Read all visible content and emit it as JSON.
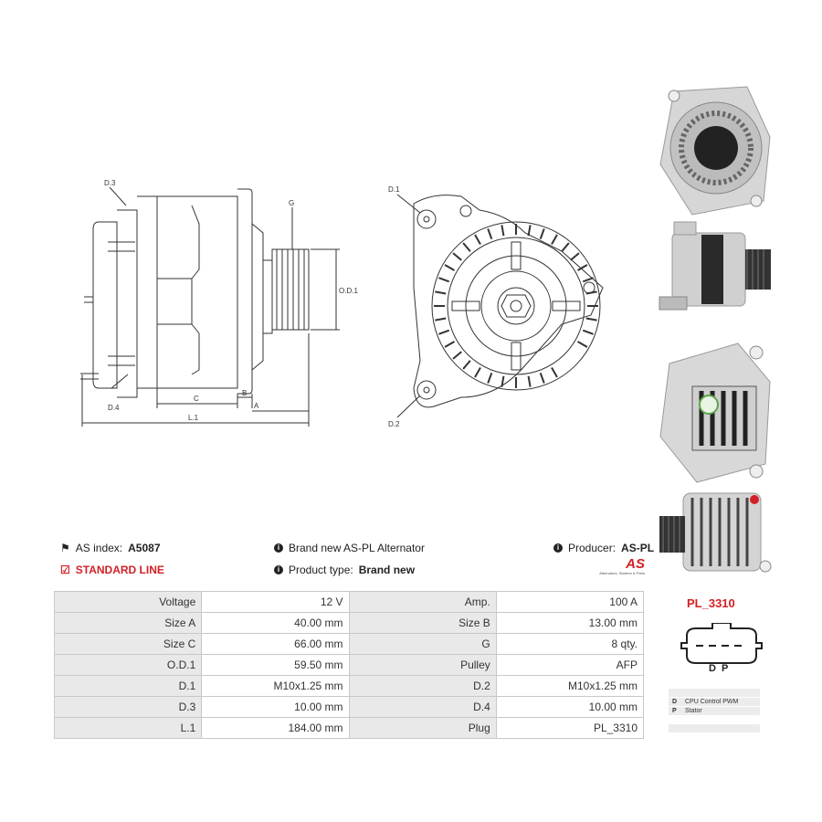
{
  "drawing_labels": {
    "d3": "D.3",
    "g": "G",
    "od1": "O.D.1",
    "d4": "D.4",
    "c": "C",
    "b": "B",
    "a": "A",
    "l1": "L.1",
    "d1": "D.1",
    "d2": "D.2"
  },
  "info": {
    "as_index_label": "AS index:",
    "as_index_value": "A5087",
    "standard_line": "STANDARD LINE",
    "brand_text": "Brand new AS-PL Alternator",
    "product_type_label": "Product type:",
    "product_type_value": "Brand new",
    "producer_label": "Producer:",
    "producer_value": "AS-PL",
    "logo_text": "AS",
    "logo_tagline": "Alternators, Starters & Parts"
  },
  "specs": [
    {
      "k1": "Voltage",
      "v1": "12 V",
      "k2": "Amp.",
      "v2": "100 A"
    },
    {
      "k1": "Size A",
      "v1": "40.00 mm",
      "k2": "Size B",
      "v2": "13.00 mm"
    },
    {
      "k1": "Size C",
      "v1": "66.00 mm",
      "k2": "G",
      "v2": "8 qty."
    },
    {
      "k1": "O.D.1",
      "v1": "59.50 mm",
      "k2": "Pulley",
      "v2": "AFP"
    },
    {
      "k1": "D.1",
      "v1": "M10x1.25 mm",
      "k2": "D.2",
      "v2": "M10x1.25 mm"
    },
    {
      "k1": "D.3",
      "v1": "10.00 mm",
      "k2": "D.4",
      "v2": "10.00 mm"
    },
    {
      "k1": "L.1",
      "v1": "184.00 mm",
      "k2": "Plug",
      "v2": "PL_3310"
    }
  ],
  "plug": {
    "title": "PL_3310",
    "pins_label": "D  P",
    "legend": [
      {
        "code": "D",
        "desc": "CPU Control PWM"
      },
      {
        "code": "P",
        "desc": "Stator"
      }
    ]
  }
}
